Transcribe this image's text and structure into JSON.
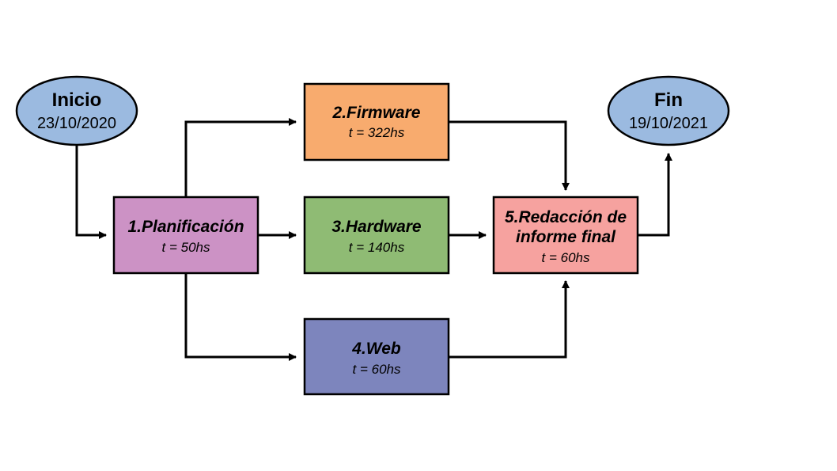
{
  "start": {
    "title": "Inicio",
    "date": "23/10/2020"
  },
  "end": {
    "title": "Fin",
    "date": "19/10/2021"
  },
  "tasks": [
    {
      "title": "1.Planificación",
      "duration": "t = 50hs",
      "color": "#cc92c5"
    },
    {
      "title": "2.Firmware",
      "duration": "t = 322hs",
      "color": "#f8ab6e"
    },
    {
      "title": "3.Hardware",
      "duration": "t = 140hs",
      "color": "#8fbb74"
    },
    {
      "title": "4.Web",
      "duration": "t = 60hs",
      "color": "#7d85bd"
    },
    {
      "title_line1": "5.Redacción de",
      "title_line2": "informe final",
      "duration": "t = 60hs",
      "color": "#f6a29f"
    }
  ],
  "terminal_color": "#9bbae0"
}
